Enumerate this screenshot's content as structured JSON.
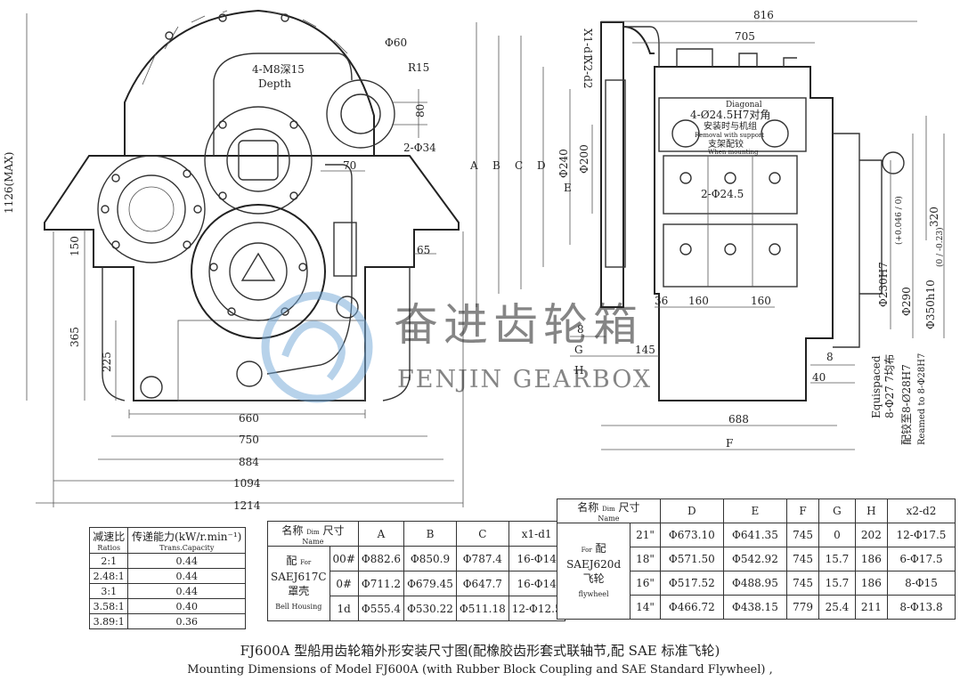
{
  "front_view": {
    "dims": {
      "height_max": "1126(MAX)",
      "d660": "660",
      "d750": "750",
      "d884": "884",
      "d1094": "1094",
      "d1214": "1214",
      "d150": "150",
      "d365": "365",
      "d225": "225",
      "d65": "65",
      "d70": "70",
      "d80": "80",
      "phi60": "Φ60",
      "r15": "R15",
      "two_phi34": "2-Φ34",
      "m8_cn": "4-M8深15",
      "m8_en": "Depth"
    }
  },
  "side_view": {
    "dims": {
      "d816": "816",
      "d705": "705",
      "x1d1": "X1-d1",
      "x2d2": "X2-d2",
      "A": "A",
      "B": "B",
      "C": "C",
      "D": "D",
      "E": "E",
      "F": "F",
      "G": "G",
      "H": "H",
      "phi240": "Φ240",
      "phi200": "Φ200",
      "diag_en": "Diagonal",
      "diag_cn": "4-Ø24.5H7对角",
      "support_cn": "安装时与机组",
      "support_en": "Removal with support",
      "support2_cn": "支架配铰",
      "mounting_en": "When mounting",
      "two_phi245": "2-Φ24.5",
      "d36": "36",
      "d160a": "160",
      "d160b": "160",
      "d8a": "8",
      "d145": "145",
      "d688": "688",
      "d8b": "8",
      "d40": "40",
      "d320": "320",
      "phi230": "Φ230H7",
      "phi230_tol": "(+0.046 / 0)",
      "phi290": "Φ290",
      "phi350": "Φ350h10",
      "phi350_tol": "(0 / -0.23)",
      "equispaced": "Equispaced",
      "phi27": "8-Φ27 7均布",
      "reamed_cn": "配铰至8-Ø28H7",
      "reamed_en": "Reamed to 8-Φ28H7"
    }
  },
  "watermark": {
    "cn": "奋进齿轮箱",
    "en": "FENJIN GEARBOX"
  },
  "ratio_table": {
    "header_cn": [
      "减速比",
      "传递能力(kW/r.min⁻¹)"
    ],
    "header_en": [
      "Ratios",
      "Trans.Capacity"
    ],
    "rows": [
      [
        "2:1",
        "0.44"
      ],
      [
        "2.48:1",
        "0.44"
      ],
      [
        "3:1",
        "0.44"
      ],
      [
        "3.58:1",
        "0.40"
      ],
      [
        "3.89:1",
        "0.36"
      ]
    ]
  },
  "bell_table": {
    "name_cn": "名称",
    "name_en": "Name",
    "dim_small": "Dim",
    "dim_cn": "尺寸",
    "cols": [
      "A",
      "B",
      "C",
      "x1-d1"
    ],
    "group_cn": "配",
    "group_for": "For",
    "group_model": "SAEJ617C",
    "group_cn2": "罩壳",
    "group_en": "Bell Housing",
    "rows": [
      {
        "size": "00#",
        "cells": [
          "Φ882.6",
          "Φ850.9",
          "Φ787.4",
          "16-Φ14"
        ]
      },
      {
        "size": "0#",
        "cells": [
          "Φ711.2",
          "Φ679.45",
          "Φ647.7",
          "16-Φ14"
        ]
      },
      {
        "size": "1d",
        "cells": [
          "Φ555.4",
          "Φ530.22",
          "Φ511.18",
          "12-Φ12.5"
        ]
      }
    ]
  },
  "fly_table": {
    "name_cn": "名称",
    "name_en": "Name",
    "dim_small": "Dim",
    "dim_cn": "尺寸",
    "cols": [
      "D",
      "E",
      "F",
      "G",
      "H",
      "x2-d2"
    ],
    "group_for": "For",
    "group_cn": "配",
    "group_model": "SAEJ620d",
    "group_cn2": "飞轮",
    "group_en": "flywheel",
    "rows": [
      {
        "size": "21\"",
        "cells": [
          "Φ673.10",
          "Φ641.35",
          "745",
          "0",
          "202",
          "12-Φ17.5"
        ]
      },
      {
        "size": "18\"",
        "cells": [
          "Φ571.50",
          "Φ542.92",
          "745",
          "15.7",
          "186",
          "6-Φ17.5"
        ]
      },
      {
        "size": "16\"",
        "cells": [
          "Φ517.52",
          "Φ488.95",
          "745",
          "15.7",
          "186",
          "8-Φ15"
        ]
      },
      {
        "size": "14\"",
        "cells": [
          "Φ466.72",
          "Φ438.15",
          "779",
          "25.4",
          "211",
          "8-Φ13.8"
        ]
      }
    ]
  },
  "caption": {
    "cn": "FJ600A 型船用齿轮箱外形安装尺寸图(配橡胶齿形套式联轴节,配 SAE 标准飞轮)",
    "en": "Mounting Dimensions of Model  FJ600A (with Rubber Block Coupling and SAE Standard Flywheel) ,"
  }
}
